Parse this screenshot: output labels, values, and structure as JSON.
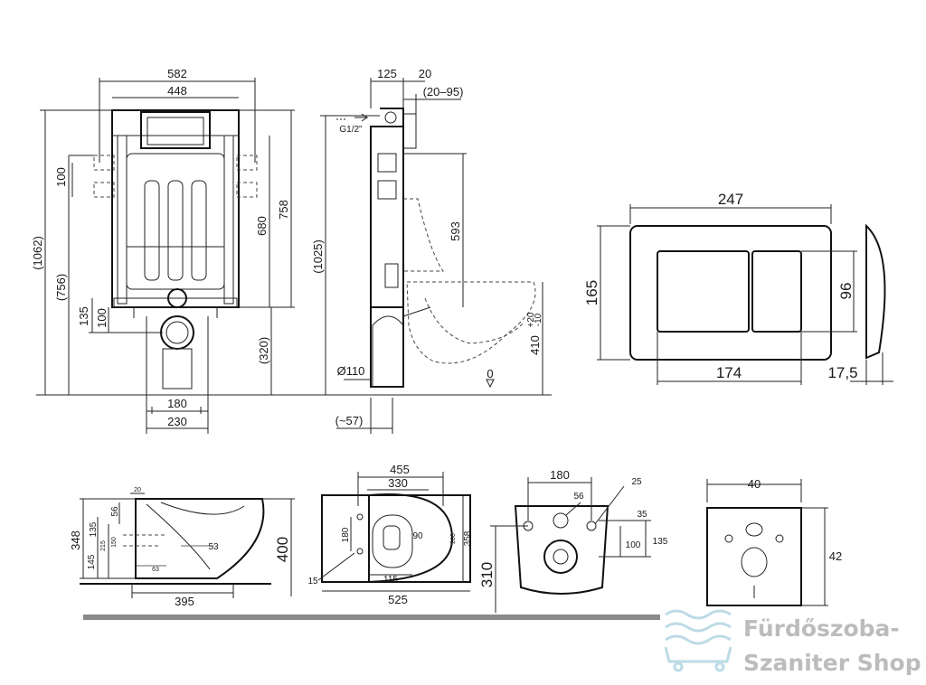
{
  "frame_front": {
    "width_outer": "582",
    "width_inner": "448",
    "height_total": "(1062)",
    "height_756": "(756)",
    "height_758": "758",
    "height_680": "680",
    "height_320": "(320)",
    "spacing_100": "100",
    "drain_135": "135",
    "drain_100": "100",
    "bottom_180": "180",
    "bottom_230": "230"
  },
  "frame_side": {
    "depth_125": "125",
    "depth_20": "20",
    "adjust": "(20–95)",
    "inlet": "G1/2\"",
    "height_1025": "(1025)",
    "height_593": "593",
    "pipe": "Ø110",
    "offset_57": "(~57)",
    "height_410": "410",
    "tol_plus": "+20",
    "tol_minus": "-10",
    "zero": "0"
  },
  "plate": {
    "width": "247",
    "height": "165",
    "button_height": "96",
    "buttons_width": "174",
    "thickness": "17,5"
  },
  "bowl_side": {
    "h348": "348",
    "h400": "400",
    "w395": "395",
    "d56": "56",
    "d135": "135",
    "d145": "145",
    "d53": "53",
    "d20": "20",
    "d150": "150",
    "d215": "215",
    "d63": "63"
  },
  "bowl_top": {
    "w455": "455",
    "w330": "330",
    "w525": "525",
    "h358": "358",
    "h180": "180",
    "w115": "115",
    "d90": "90",
    "d260": "260",
    "d15": "15"
  },
  "bowl_back": {
    "w180": "180",
    "d56": "56",
    "d25": "25",
    "d35": "35",
    "d100": "100",
    "d135": "135",
    "h310": "310"
  },
  "soundproof": {
    "width": "40",
    "height": "42"
  },
  "watermark": {
    "line1": "Fürdőszoba-",
    "line2": "Szaniter Shop"
  },
  "colors": {
    "line": "#222222",
    "watermark": "#bcbcbc",
    "baseline": "#8a8a8a",
    "pad": "#f2f2f2"
  }
}
